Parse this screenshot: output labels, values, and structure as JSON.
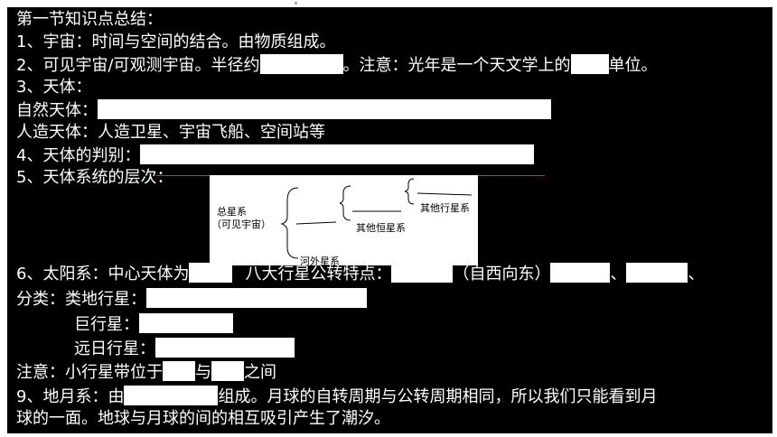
{
  "title": "第一节知识点总结：",
  "line1": "1、宇宙：时间与空间的结合。由物质组成。",
  "line2a": "2、可见宇宙/可观测宇宙。半径约",
  "line2b": "。注意：光年是一个天文学上的",
  "line2c": "单位。",
  "line3": "3、天体：",
  "natural": "自然天体：",
  "artificial": "人造天体：人造卫星、宇宙飞船、空间站等",
  "line4": "4、天体的判别：",
  "line5": "5、天体系统的层次：",
  "diagram": {
    "root": "总星系",
    "root_sub": "（可见宇宙）",
    "other_stars": "其他恒星系",
    "other_planets": "其他行星系",
    "outside": "河外星系"
  },
  "line6a": "6、太阳系：中心天体为",
  "line6b": "八大行星公转特点：",
  "line6c": "（自西向东）",
  "line6d": "、",
  "line6e": "、",
  "classify": "分类：类地行星：",
  "giant": "巨行星：",
  "far": "远日行星：",
  "note_a": "注意：小行星带位于",
  "note_b": "与",
  "note_c": "之间",
  "line9a": "9、地月系：由",
  "line9b": "组成。月球的自转周期与公转周期相同，所以我们只能看到月",
  "line9c": "球的一面。地球与月球的间的相互吸引产生了潮汐。"
}
